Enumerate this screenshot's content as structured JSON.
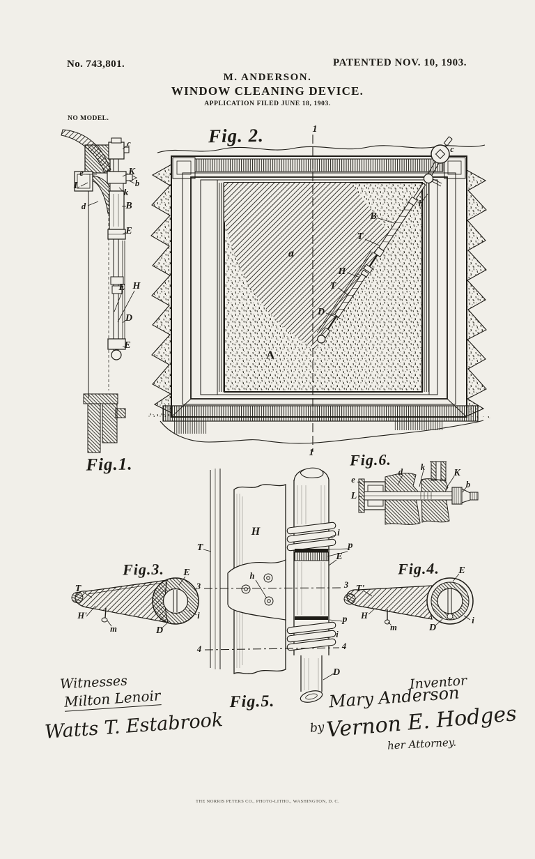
{
  "page": {
    "patent_number": "No. 743,801.",
    "patent_date": "PATENTED NOV. 10, 1903.",
    "inventor_line": "M. ANDERSON.",
    "title": "WINDOW CLEANING DEVICE.",
    "application_line": "APPLICATION FILED JUNE 18, 1903.",
    "no_model": "NO MODEL.",
    "printer_line": "THE NORRIS PETERS CO., PHOTO-LITHO., WASHINGTON, D. C."
  },
  "colors": {
    "paper": "#f1efe9",
    "ink": "#1d1b16"
  },
  "figures": {
    "fig1": {
      "label": "Fig.1.",
      "annotations": [
        "c",
        "e",
        "K",
        "b",
        "k",
        "L",
        "d",
        "B",
        "E",
        "E",
        "H",
        "D",
        "E"
      ]
    },
    "fig2": {
      "label": "Fig. 2.",
      "annotations": [
        "1",
        "c",
        "b",
        "B",
        "T",
        "a",
        "H",
        "T",
        "D",
        "A",
        "1"
      ]
    },
    "fig3": {
      "label": "Fig.3.",
      "annotations": [
        "T",
        "E",
        "i",
        "D",
        "m",
        "H'"
      ]
    },
    "fig4": {
      "label": "Fig.4.",
      "annotations": [
        "E",
        "T'",
        "H",
        "m",
        "D",
        "i"
      ]
    },
    "fig5": {
      "label": "Fig.5.",
      "annotations": [
        "T",
        "H",
        "h",
        "i",
        "p",
        "E",
        "p",
        "i",
        "D",
        "3",
        "3",
        "4",
        "4"
      ]
    },
    "fig6": {
      "label": "Fig.6.",
      "annotations": [
        "e",
        "L",
        "d",
        "k",
        "K",
        "b"
      ]
    }
  },
  "signatures": {
    "witnesses_heading": "Witnesses",
    "witness1": "Milton Lenoir",
    "witness2": "Watts T. Estabrook",
    "inventor_heading": "Inventor",
    "inventor_signature": "Mary Anderson",
    "by_label": "by",
    "attorney_signature": "Vernon E. Hodges",
    "attorney_title": "her Attorney."
  }
}
